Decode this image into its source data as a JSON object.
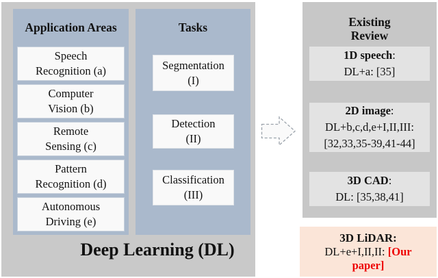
{
  "figure": {
    "left_panel": {
      "title": "Deep Learning (DL)",
      "app_column": {
        "header": "Application Areas",
        "items": [
          [
            "Speech",
            "Recognition (a)"
          ],
          [
            "Computer",
            "Vision (b)"
          ],
          [
            "Remote",
            "Sensing (c)"
          ],
          [
            "Pattern",
            "Recognition (d)"
          ],
          [
            "Autonomous",
            "Driving (e)"
          ]
        ]
      },
      "task_column": {
        "header": "Tasks",
        "items": [
          [
            "Segmentation",
            "(I)"
          ],
          [
            "Detection",
            "(II)"
          ],
          [
            "Classification",
            "(III)"
          ]
        ]
      }
    },
    "arrow": {
      "icon": "block-arrow-right"
    },
    "right_panel": {
      "title_lines": [
        "Existing",
        "Review"
      ],
      "entries": [
        {
          "title_bold": "1D speech",
          "title_suffix": ":",
          "lines": [
            "DL+a: [35]"
          ]
        },
        {
          "title_bold": "2D image",
          "title_suffix": ":",
          "lines": [
            "DL+b,c,d,e+I,II,III:",
            "[32,33,35-39,41-44]"
          ]
        },
        {
          "title_bold": "3D CAD",
          "title_suffix": ":",
          "lines": [
            "DL: [35,38,41]"
          ]
        }
      ]
    },
    "highlight_box": {
      "label": "3D LiDAR:",
      "detail_prefix": "DL+e+I,II,II: ",
      "detail_highlight": "[Our paper]"
    },
    "colors": {
      "outer_gray": "#c9c9c9",
      "column_blue": "#aab9cc",
      "item_bg": "#f9f9f9",
      "review_panel_gray": "#c7c7c7",
      "review_box_gray": "#e3e3e3",
      "highlight_bg": "#fbe5d8",
      "highlight_red": "#ee0000"
    }
  }
}
